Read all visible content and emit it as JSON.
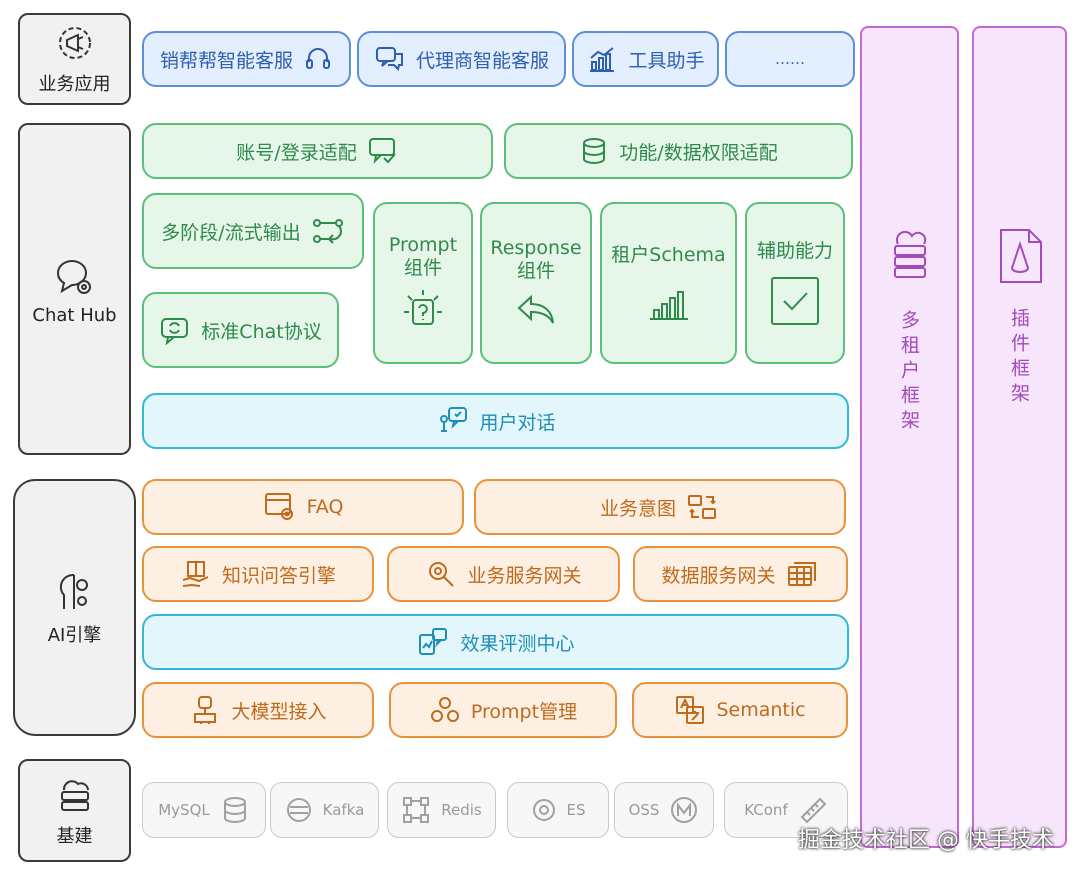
{
  "layers": {
    "business": "业务应用",
    "chathub": "Chat Hub",
    "ai": "AI引擎",
    "infra": "基建"
  },
  "business_apps": {
    "xbb": "销帮帮智能客服",
    "agent": "代理商智能客服",
    "tool": "工具助手",
    "more": "……"
  },
  "chathub": {
    "account": "账号/登录适配",
    "permission": "功能/数据权限适配",
    "multistage": "多阶段/流式输出",
    "protocol": "标准Chat协议",
    "prompt": "Prompt\n组件",
    "response": "Response\n组件",
    "schema": "租户Schema",
    "assist": "辅助能力",
    "dialog": "用户对话"
  },
  "ai": {
    "faq": "FAQ",
    "intent": "业务意图",
    "kb": "知识问答引擎",
    "biz_gateway": "业务服务网关",
    "data_gateway": "数据服务网关",
    "eval": "效果评测中心",
    "llm": "大模型接入",
    "prompt_mgmt": "Prompt管理",
    "semantic": "Semantic"
  },
  "infra": {
    "mysql": "MySQL",
    "kafka": "Kafka",
    "redis": "Redis",
    "es": "ES",
    "oss": "OSS",
    "kconf": "KConf"
  },
  "frameworks": {
    "tenant": "多租户框架",
    "plugin": "插件框架"
  },
  "watermark": "掘金技术社区 @ 快手技术",
  "colors": {
    "blue": "#5b8fdc",
    "green": "#5cc07a",
    "cyan": "#35b7dc",
    "orange": "#e8923e",
    "purple": "#c46ad8",
    "gray": "#c9c9c9",
    "layer": "#3a3a3a"
  }
}
